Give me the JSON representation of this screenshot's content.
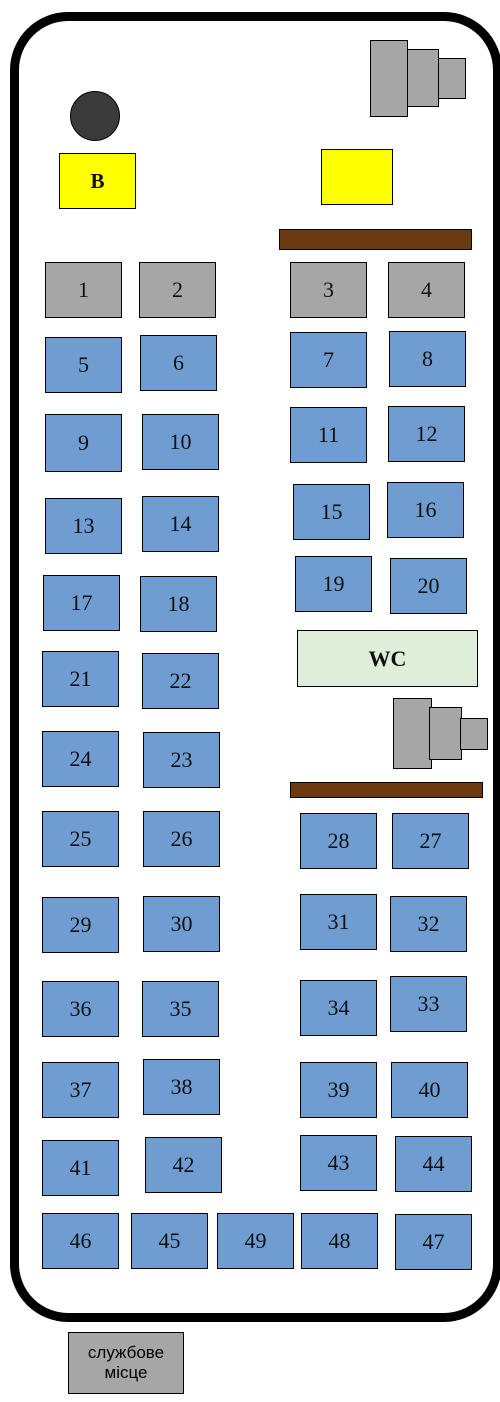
{
  "driver": {
    "label": "B"
  },
  "wc": {
    "label": "WC"
  },
  "staff_seat": {
    "label": "службове\nмісце"
  },
  "seats": [
    {
      "n": "1",
      "c": "gray"
    },
    {
      "n": "2",
      "c": "gray"
    },
    {
      "n": "3",
      "c": "gray"
    },
    {
      "n": "4",
      "c": "gray"
    },
    {
      "n": "5",
      "c": "blue"
    },
    {
      "n": "6",
      "c": "blue"
    },
    {
      "n": "7",
      "c": "blue"
    },
    {
      "n": "8",
      "c": "blue"
    },
    {
      "n": "9",
      "c": "blue"
    },
    {
      "n": "10",
      "c": "blue"
    },
    {
      "n": "11",
      "c": "blue"
    },
    {
      "n": "12",
      "c": "blue"
    },
    {
      "n": "13",
      "c": "blue"
    },
    {
      "n": "14",
      "c": "blue"
    },
    {
      "n": "15",
      "c": "blue"
    },
    {
      "n": "16",
      "c": "blue"
    },
    {
      "n": "17",
      "c": "blue"
    },
    {
      "n": "18",
      "c": "blue"
    },
    {
      "n": "19",
      "c": "blue"
    },
    {
      "n": "20",
      "c": "blue"
    },
    {
      "n": "21",
      "c": "blue"
    },
    {
      "n": "22",
      "c": "blue"
    },
    {
      "n": "24",
      "c": "blue"
    },
    {
      "n": "23",
      "c": "blue"
    },
    {
      "n": "25",
      "c": "blue"
    },
    {
      "n": "26",
      "c": "blue"
    },
    {
      "n": "28",
      "c": "blue"
    },
    {
      "n": "27",
      "c": "blue"
    },
    {
      "n": "29",
      "c": "blue"
    },
    {
      "n": "30",
      "c": "blue"
    },
    {
      "n": "31",
      "c": "blue"
    },
    {
      "n": "32",
      "c": "blue"
    },
    {
      "n": "36",
      "c": "blue"
    },
    {
      "n": "35",
      "c": "blue"
    },
    {
      "n": "34",
      "c": "blue"
    },
    {
      "n": "33",
      "c": "blue"
    },
    {
      "n": "37",
      "c": "blue"
    },
    {
      "n": "38",
      "c": "blue"
    },
    {
      "n": "39",
      "c": "blue"
    },
    {
      "n": "40",
      "c": "blue"
    },
    {
      "n": "41",
      "c": "blue"
    },
    {
      "n": "42",
      "c": "blue"
    },
    {
      "n": "43",
      "c": "blue"
    },
    {
      "n": "44",
      "c": "blue"
    },
    {
      "n": "46",
      "c": "blue"
    },
    {
      "n": "45",
      "c": "blue"
    },
    {
      "n": "49",
      "c": "blue"
    },
    {
      "n": "48",
      "c": "blue"
    },
    {
      "n": "47",
      "c": "blue"
    }
  ],
  "colors": {
    "seat_blue": "#6f9cd1",
    "seat_gray": "#a6a6a6",
    "yellow": "#ffff00",
    "wc": "#dfeed9",
    "rail": "#6b3a10"
  }
}
